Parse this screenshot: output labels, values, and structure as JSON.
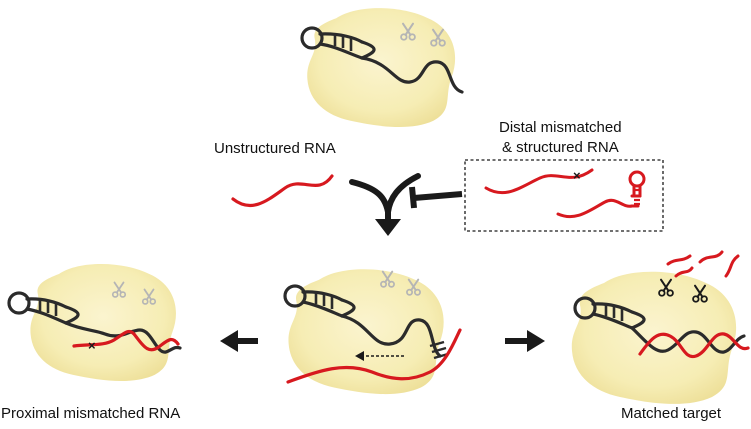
{
  "labels": {
    "top_left": "Unstructured RNA",
    "distal_line1": "Distal mismatched",
    "distal_line2": "& structured RNA",
    "bottom_left": "Proximal mismatched RNA",
    "bottom_right": "Matched target"
  },
  "colors": {
    "protein_fill": "#f6edb4",
    "protein_edge": "#efe3a0",
    "guide_strand": "#2b2b2b",
    "target_strand": "#d7191f",
    "scissors_inactive": "#b5b5b5",
    "scissors_active": "#1a1a1a",
    "arrow": "#1a1a1a"
  },
  "icons": [
    "scissors-icon",
    "inhibition-icon",
    "mismatch-x-icon",
    "hairpin-loop-icon"
  ]
}
